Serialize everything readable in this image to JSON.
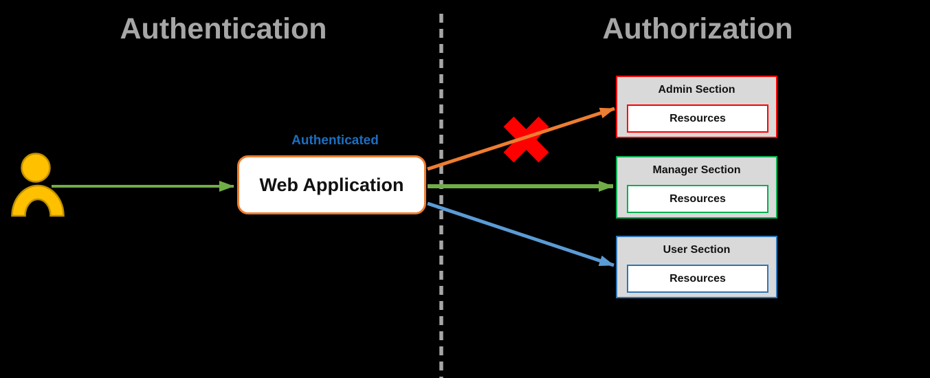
{
  "background_color": "#000000",
  "titles": {
    "left": "Authentication",
    "right": "Authorization",
    "color": "#A6A6A6"
  },
  "divider": {
    "color": "#A6A6A6",
    "style": "dashed"
  },
  "actor": {
    "name": "user-person",
    "fill_color": "#FFC000",
    "border_color": "#BF9000"
  },
  "auth_label": {
    "text": "Authenticated",
    "color": "#1B6FC1"
  },
  "web_app": {
    "label": "Web Application",
    "border_color": "#ED7D31",
    "fill_color": "#FFFFFF"
  },
  "denied_marker": {
    "symbol": "X",
    "color": "#FF0000"
  },
  "arrows": [
    {
      "name": "login-arrow",
      "color": "#70AD47"
    },
    {
      "name": "arrow-to-admin",
      "color": "#ED7D31",
      "blocked": true
    },
    {
      "name": "arrow-to-manager",
      "color": "#70AD47"
    },
    {
      "name": "arrow-to-user",
      "color": "#5B9BD5"
    }
  ],
  "sections": [
    {
      "title": "Admin Section",
      "resource_label": "Resources",
      "border_color": "#FF0000",
      "fill_color": "#D9D9D9"
    },
    {
      "title": "Manager Section",
      "resource_label": "Resources",
      "border_color": "#00B050",
      "fill_color": "#D9D9D9"
    },
    {
      "title": "User Section",
      "resource_label": "Resources",
      "border_color": "#2E75B6",
      "fill_color": "#D9D9D9"
    }
  ]
}
